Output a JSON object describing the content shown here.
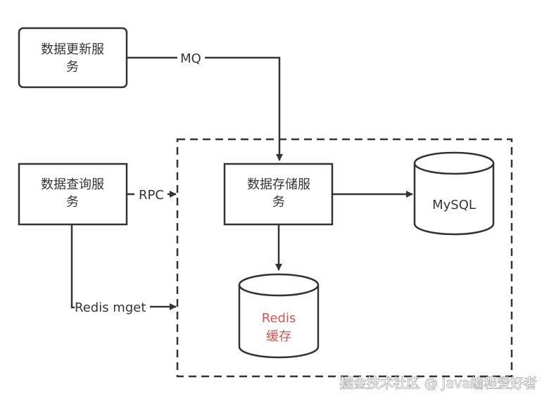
{
  "nodes": {
    "update_service": {
      "line1": "数据更新服",
      "line2": "务"
    },
    "query_service": {
      "line1": "数据查询服",
      "line2": "务"
    },
    "storage_service": {
      "line1": "数据存储服",
      "line2": "务"
    },
    "mysql": {
      "label": "MySQL"
    },
    "redis": {
      "line1": "Redis",
      "line2": "缓存",
      "color": "#d9534f"
    }
  },
  "edges": {
    "mq": "MQ",
    "rpc": "RPC",
    "redis_mget": "Redis mget"
  },
  "colors": {
    "stroke": "#333333",
    "text": "#333333",
    "accent": "#d9534f"
  },
  "watermark": "掘金技术社区 @ Java编程爱好者"
}
